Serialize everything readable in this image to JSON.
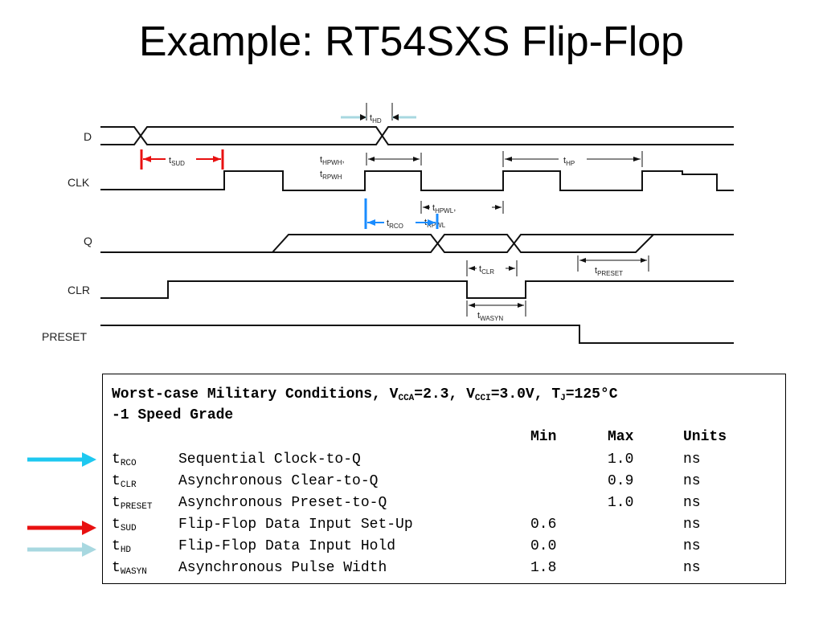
{
  "title": "Example: RT54SXS Flip-Flop",
  "signals": [
    "D",
    "CLK",
    "Q",
    "CLR",
    "PRESET"
  ],
  "timing_labels": {
    "t_hd": {
      "t": "t",
      "sub": "HD"
    },
    "t_sud": {
      "t": "t",
      "sub": "SUD"
    },
    "t_hpwh": {
      "t": "t",
      "sub": "HPWH",
      "suffix": ","
    },
    "t_rpwh": {
      "t": "t",
      "sub": "RPWH"
    },
    "t_hp": {
      "t": "t",
      "sub": "HP"
    },
    "t_hpwl": {
      "t": "t",
      "sub": "HPWL",
      "suffix": ","
    },
    "t_rpwl": {
      "t": "t",
      "sub": "RPWL"
    },
    "t_rco": {
      "t": "t",
      "sub": "RCO"
    },
    "t_clr": {
      "t": "t",
      "sub": "CLR"
    },
    "t_preset": {
      "t": "t",
      "sub": "PRESET"
    },
    "t_wasyn": {
      "t": "t",
      "sub": "WASYN"
    }
  },
  "spec": {
    "header": {
      "prefix": "Worst-case Military Conditions, V",
      "vcca_sub": "CCA",
      "vcca_val": "=2.3, V",
      "vcci_sub": "CCI",
      "vcci_val": "=3.0V, T",
      "tj_sub": "J",
      "tj_val": "=125°C"
    },
    "speed_grade": "-1 Speed Grade",
    "columns": {
      "min": "Min",
      "max": "Max",
      "units": "Units"
    },
    "rows": [
      {
        "sym": "t",
        "sub": "RCO",
        "desc": "Sequential Clock-to-Q",
        "min": "",
        "max": "1.0",
        "units": "ns"
      },
      {
        "sym": "t",
        "sub": "CLR",
        "desc": "Asynchronous Clear-to-Q",
        "min": "",
        "max": "0.9",
        "units": "ns"
      },
      {
        "sym": "t",
        "sub": "PRESET",
        "desc": "Asynchronous Preset-to-Q",
        "min": "",
        "max": "1.0",
        "units": "ns"
      },
      {
        "sym": "t",
        "sub": "SUD",
        "desc": "Flip-Flop Data Input Set-Up",
        "min": "0.6",
        "max": "",
        "units": "ns"
      },
      {
        "sym": "t",
        "sub": "HD",
        "desc": "Flip-Flop Data Input Hold",
        "min": "0.0",
        "max": "",
        "units": "ns"
      },
      {
        "sym": "t",
        "sub": "WASYN",
        "desc": "Asynchronous Pulse Width",
        "min": "1.8",
        "max": "",
        "units": "ns"
      }
    ]
  },
  "colors": {
    "cyan_arrow": "#1ec8f0",
    "red_arrow": "#e81010",
    "lightblue_arrow": "#a8d8e0",
    "rco_marker": "#1a8cff"
  }
}
